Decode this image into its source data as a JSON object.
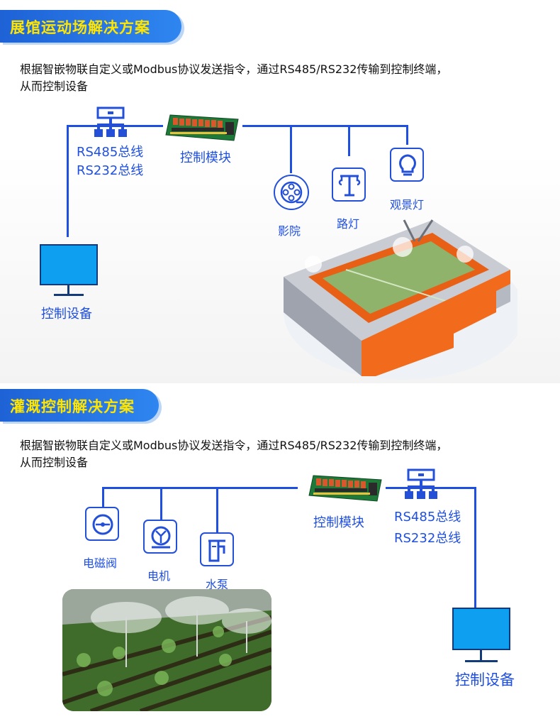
{
  "section1": {
    "title": "展馆运动场解决方案",
    "description_line1": "根据智嵌物联自定义或Modbus协议发送指令，通过RS485/RS232传输到控制终端，",
    "description_line2": "从而控制设备",
    "bus_label_1": "RS485总线",
    "bus_label_2": "RS232总线",
    "module_label": "控制模块",
    "device_label": "控制设备",
    "devices": [
      {
        "label": "影院",
        "icon": "film-reel-icon"
      },
      {
        "label": "路灯",
        "icon": "street-lamp-icon"
      },
      {
        "label": "观景灯",
        "icon": "light-bulb-icon"
      }
    ]
  },
  "section2": {
    "title": "灌溉控制解决方案",
    "description_line1": "根据智嵌物联自定义或Modbus协议发送指令，通过RS485/RS232传输到控制终端，",
    "description_line2": "从而控制设备",
    "bus_label_1": "RS485总线",
    "bus_label_2": "RS232总线",
    "module_label": "控制模块",
    "device_label": "控制设备",
    "devices": [
      {
        "label": "电磁阀",
        "icon": "solenoid-valve-icon"
      },
      {
        "label": "电机",
        "icon": "motor-icon"
      },
      {
        "label": "水泵",
        "icon": "water-pump-icon"
      }
    ]
  },
  "colors": {
    "accent_blue": "#1f4fe0",
    "banner_blue": "#2f86f0",
    "banner_text": "#ffe500",
    "monitor_blue": "#0e9ff0"
  }
}
